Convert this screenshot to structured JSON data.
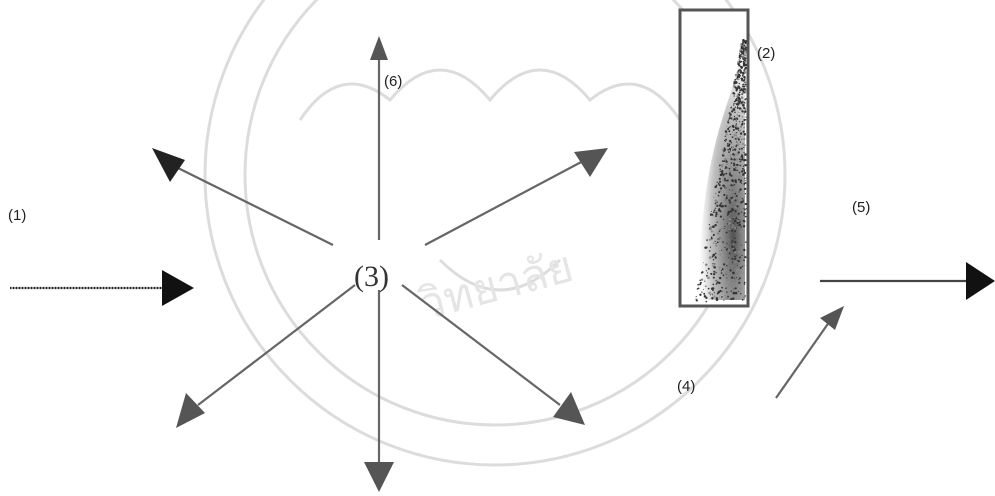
{
  "labels": {
    "incident": "(1)",
    "sample": "(2)",
    "center": "(3)",
    "secondary": "(4)",
    "transmitted": "(5)",
    "upward": "(6)"
  },
  "colors": {
    "ray": "#666666",
    "arrowhead": "#1a1a1a",
    "box": "#555555",
    "watermark": "#d9d9d9"
  }
}
